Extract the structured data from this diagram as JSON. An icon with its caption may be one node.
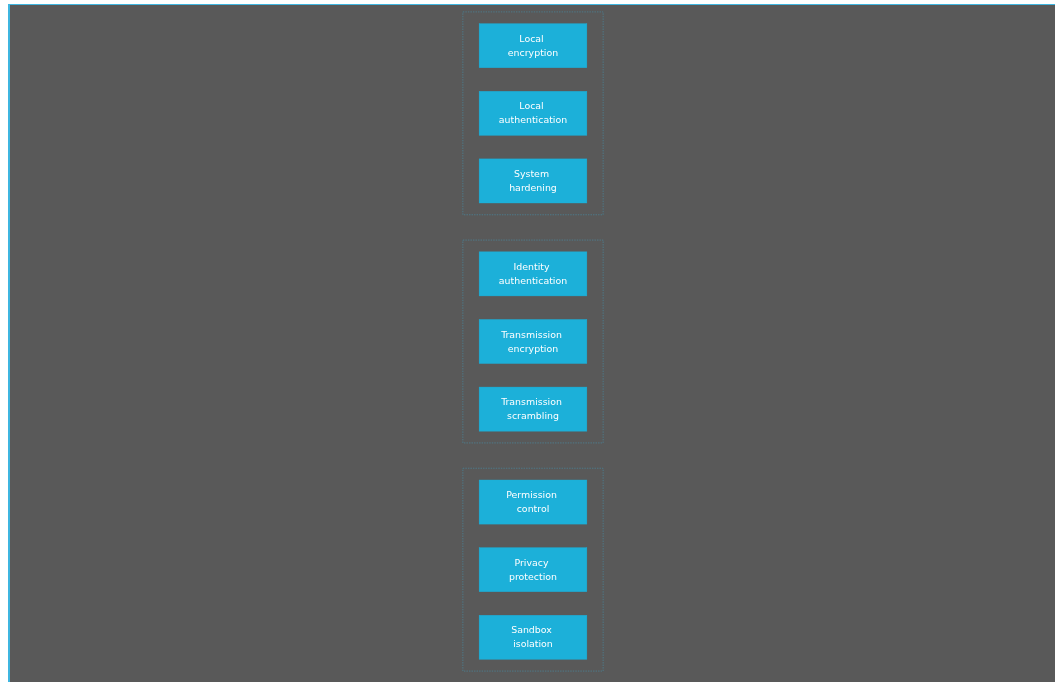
{
  "diagram": {
    "nodes": [
      {
        "text": [],
        "shape": "box"
      },
      {
        "text": [
          "Permission control"
        ],
        "in": 0
      },
      {
        "text": [
          "Privacy protection"
        ],
        "in": 0
      },
      {
        "text": [
          "Sandbox isolation"
        ],
        "in": 0
      },
      {
        "text": [],
        "shape": "box"
      },
      {
        "text": [
          "Identity authentication"
        ],
        "in": 4
      },
      {
        "text": [
          "Transmission encryption"
        ],
        "in": 4
      },
      {
        "text": [
          "Transmission scrambling"
        ],
        "in": 4
      },
      {
        "text": [],
        "shape": "box"
      },
      {
        "text": [
          "Local encryption"
        ],
        "in": 8
      },
      {
        "text": [
          "Local authentication"
        ],
        "in": 8
      },
      {
        "text": [
          "System hardening"
        ],
        "in": 8
      }
    ],
    "edges": []
  }
}
